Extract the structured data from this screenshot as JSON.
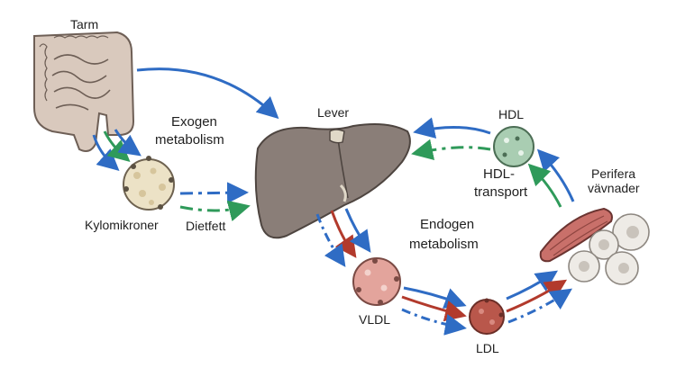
{
  "labels": {
    "tarm": "Tarm",
    "exogen_1": "Exogen",
    "exogen_2": "metabolism",
    "lever": "Lever",
    "hdl": "HDL",
    "hdl_transport_1": "HDL-",
    "hdl_transport_2": "transport",
    "perifera_1": "Perifera",
    "perifera_2": "vävnader",
    "kylomikroner": "Kylomikroner",
    "dietfett": "Dietfett",
    "endogen_1": "Endogen",
    "endogen_2": "metabolism",
    "vldl": "VLDL",
    "ldl": "LDL"
  },
  "colors": {
    "blue_arrow": "#2f6cc4",
    "green_arrow": "#2f9a5a",
    "red_arrow": "#b23a2c",
    "liver": "#8a7e78",
    "intestine": "#d9c9bd",
    "chylomicron": "#ece2c6",
    "hdl_particle": "#a9cdb2",
    "vldl_particle": "#e3a49c",
    "ldl_particle": "#b9574b",
    "muscle": "#c9706a"
  }
}
